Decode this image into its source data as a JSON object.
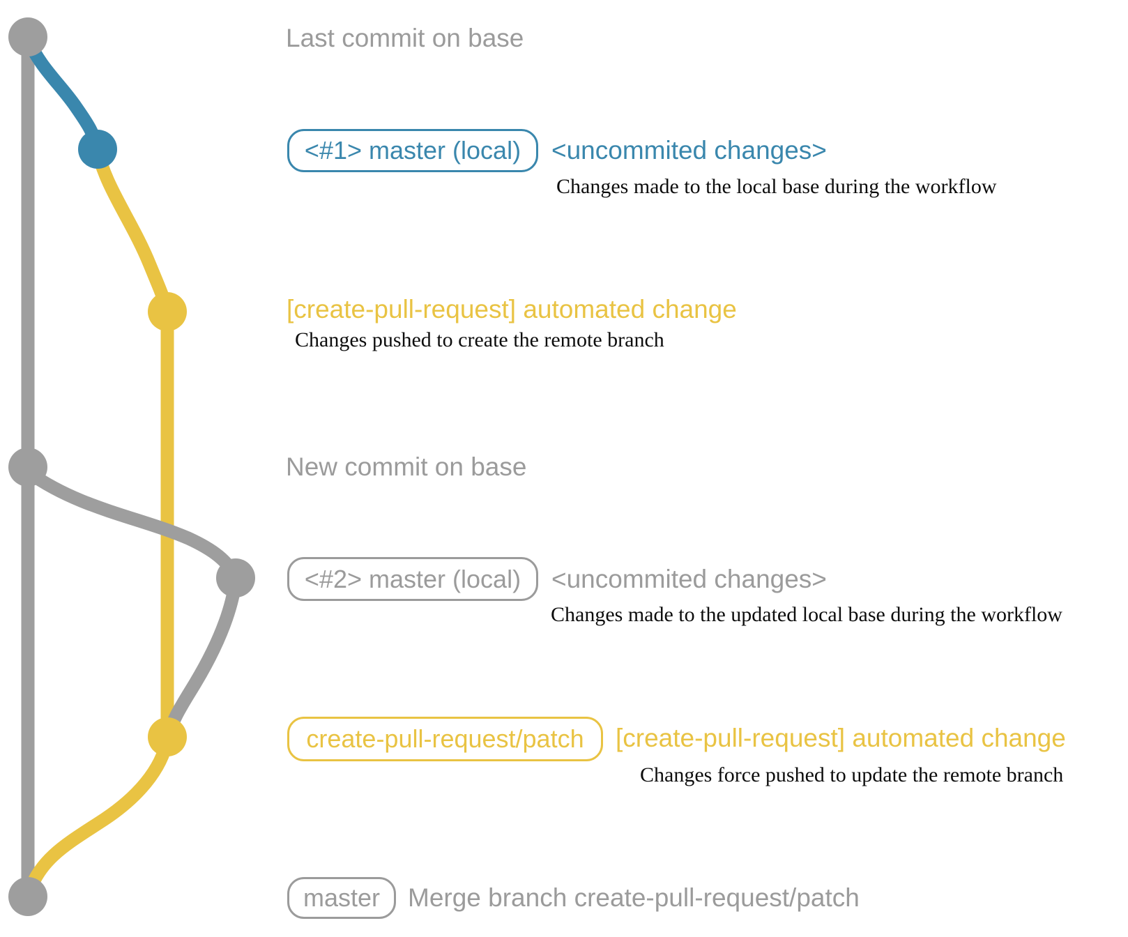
{
  "colors": {
    "gray": "#9e9e9e",
    "blue": "#3a87ad",
    "yellow": "#e9c343",
    "text_gray": "#9b9b9b",
    "caption_black": "#0d0d0d",
    "background": "#ffffff"
  },
  "graph": {
    "commit_dots": [
      {
        "id": "base-last-commit",
        "color_name": "gray"
      },
      {
        "id": "local-master-commit-1",
        "color_name": "blue"
      },
      {
        "id": "patch-branch-commit-1",
        "color_name": "yellow"
      },
      {
        "id": "base-new-commit",
        "color_name": "gray"
      },
      {
        "id": "local-master-commit-2",
        "color_name": "gray"
      },
      {
        "id": "patch-branch-commit-2",
        "color_name": "yellow"
      },
      {
        "id": "base-merge-commit",
        "color_name": "gray"
      }
    ]
  },
  "rows": {
    "row1": {
      "heading": "Last commit on base"
    },
    "row2": {
      "badge": "<#1> master (local)",
      "heading": "<uncommited changes>",
      "caption": "Changes made to the local base during the workflow"
    },
    "row3": {
      "heading": "[create-pull-request] automated change",
      "caption": "Changes pushed to create the remote branch"
    },
    "row4": {
      "heading": "New commit on base"
    },
    "row5": {
      "badge": "<#2> master (local)",
      "heading": "<uncommited changes>",
      "caption": "Changes made to the updated local base during the workflow"
    },
    "row6": {
      "badge": "create-pull-request/patch",
      "heading": "[create-pull-request] automated change",
      "caption": "Changes force pushed to update the remote branch"
    },
    "row7": {
      "badge": "master",
      "heading": "Merge branch create-pull-request/patch"
    }
  }
}
